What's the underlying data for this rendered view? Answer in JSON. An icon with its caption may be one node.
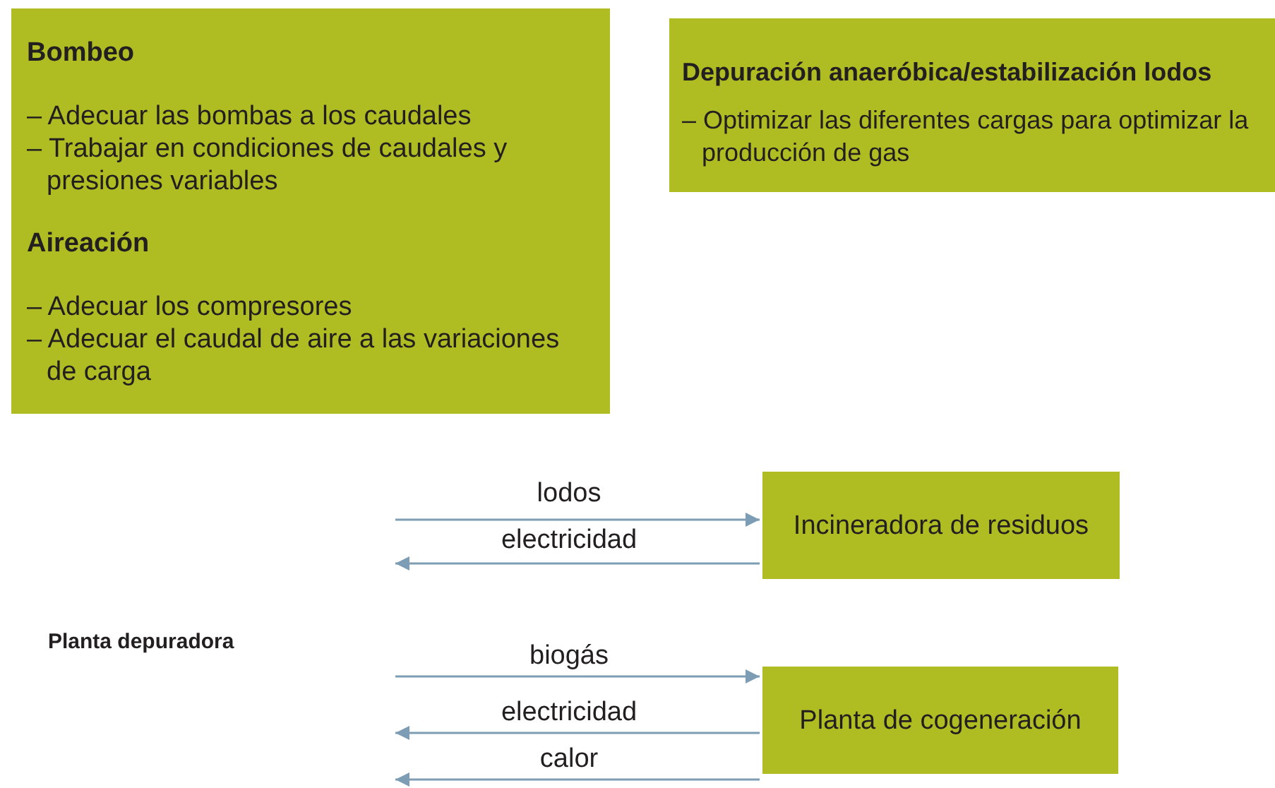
{
  "diagram": {
    "nodes": [
      {
        "text": [
          "Bombeo",
          "– Adecuar las bombas a los caudales",
          "– Trabajar en condiciones de caudales y presiones variables",
          "Aireación",
          "– Adecuar los compresores",
          "– Adecuar el caudal de aire a las variaciones de carga"
        ]
      },
      {
        "text": [
          "Depuración anaeróbica/estabilización lodos",
          "– Optimizar las diferentes cargas para optimizar la producción de gas"
        ]
      },
      {
        "text": [
          "Planta depuradora"
        ]
      },
      {
        "text": [
          "Incineradora de residuos"
        ]
      },
      {
        "text": [
          "Planta de cogeneración"
        ]
      }
    ],
    "edges": [
      {
        "from": null,
        "to": 3,
        "arrow": "to",
        "label": "lodos"
      },
      {
        "from": 3,
        "to": null,
        "arrow": "to",
        "label": "electricidad"
      },
      {
        "from": null,
        "to": 4,
        "arrow": "to",
        "label": "biogás"
      },
      {
        "from": 4,
        "to": null,
        "arrow": "to",
        "label": "electricidad"
      },
      {
        "from": 4,
        "to": null,
        "arrow": "to",
        "label": "calor"
      }
    ]
  }
}
